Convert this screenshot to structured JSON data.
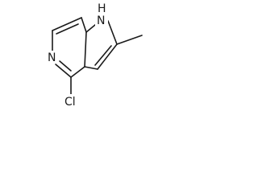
{
  "molecule": {
    "atoms": {
      "nitrogen_h": "H",
      "nitrogen_h_n": "N",
      "pyridine_n": "N",
      "chlorine": "Cl"
    }
  }
}
